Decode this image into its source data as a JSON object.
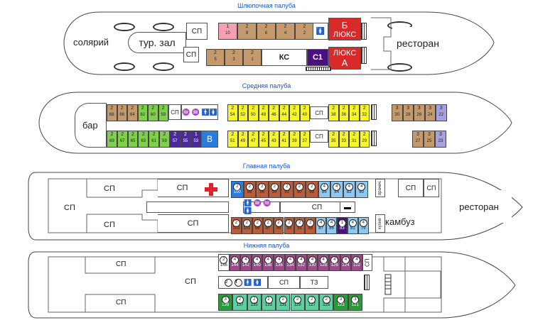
{
  "decks": {
    "boat": {
      "title": "Шлюпочная палуба"
    },
    "middle": {
      "title": "Средняя палуба"
    },
    "main": {
      "title": "Главная палуба"
    },
    "lower": {
      "title": "Нижняя палуба"
    }
  },
  "labels": {
    "solarium": "солярий",
    "tour_hall": "тур. зал",
    "restaurant": "ресторан",
    "lux_b": "Б",
    "lux": "ЛЮКС",
    "lux_a": "А",
    "ks": "КС",
    "c1": "С1",
    "bar": "бар",
    "v": "В",
    "sp": "СП",
    "tz": "ТЗ",
    "galley": "камбуз",
    "laundry": "прачеч.",
    "kitchen": "кухня"
  },
  "colors": {
    "tan": "#c49a6c",
    "pink": "#f4a0b0",
    "lux_red": "#d92a2a",
    "c1_purple": "#4a1080",
    "yellow": "#f5f52a",
    "green": "#7ed04b",
    "purple": "#4a2a9a",
    "blue": "#2a7de0",
    "light_blue": "#8cc8f0",
    "brown_red": "#b85c3a",
    "lower_purple": "#9c4a8c",
    "teal_green": "#5cd0a0",
    "dark_green": "#2a9a3a",
    "lavender": "#a8a0e0"
  },
  "boat_cabins_top": [
    {
      "cap": "1",
      "num": "10",
      "color": "pink"
    },
    {
      "cap": "2",
      "num": "8",
      "color": "tan"
    },
    {
      "cap": "2",
      "num": "6",
      "color": "tan"
    },
    {
      "cap": "2",
      "num": "4",
      "color": "tan"
    },
    {
      "cap": "2",
      "num": "2",
      "color": "tan"
    }
  ],
  "boat_cabins_bottom": [
    {
      "cap": "2",
      "num": "5",
      "color": "tan"
    },
    {
      "cap": "2",
      "num": "3",
      "color": "tan"
    },
    {
      "cap": "2",
      "num": "1",
      "color": "tan"
    }
  ],
  "middle_left_top": [
    {
      "cap": "2",
      "num": "68",
      "color": "tan"
    },
    {
      "cap": "2",
      "num": "66",
      "color": "tan"
    },
    {
      "cap": "2",
      "num": "64",
      "color": "tan"
    },
    {
      "cap": "2",
      "num": "62",
      "color": "green"
    },
    {
      "cap": "2",
      "num": "60",
      "color": "green"
    },
    {
      "cap": "2",
      "num": "58",
      "color": "green"
    }
  ],
  "middle_left_bottom": [
    {
      "cap": "2",
      "num": "69",
      "color": "green"
    },
    {
      "cap": "2",
      "num": "67",
      "color": "green"
    },
    {
      "cap": "2",
      "num": "65",
      "color": "green"
    },
    {
      "cap": "2",
      "num": "63",
      "color": "green"
    },
    {
      "cap": "2",
      "num": "61",
      "color": "green"
    },
    {
      "cap": "2",
      "num": "59",
      "color": "green"
    },
    {
      "cap": "2",
      "num": "57",
      "color": "purple"
    },
    {
      "cap": "2",
      "num": "55",
      "color": "purple"
    },
    {
      "cap": "1",
      "num": "53",
      "color": "purple"
    }
  ],
  "middle_center_top": [
    {
      "cap": "2",
      "num": "54"
    },
    {
      "cap": "2",
      "num": "52"
    },
    {
      "cap": "2",
      "num": "50"
    },
    {
      "cap": "2",
      "num": "48"
    },
    {
      "cap": "2",
      "num": "46"
    },
    {
      "cap": "2",
      "num": "44"
    },
    {
      "cap": "2",
      "num": "42"
    },
    {
      "cap": "2",
      "num": "40"
    }
  ],
  "middle_center_bottom": [
    {
      "cap": "2",
      "num": "51"
    },
    {
      "cap": "2",
      "num": "49"
    },
    {
      "cap": "2",
      "num": "47"
    },
    {
      "cap": "2",
      "num": "45"
    },
    {
      "cap": "2",
      "num": "43"
    },
    {
      "cap": "2",
      "num": "41"
    },
    {
      "cap": "2",
      "num": "39"
    },
    {
      "cap": "2",
      "num": "37"
    }
  ],
  "middle_right_top": [
    {
      "cap": "2",
      "num": "38"
    },
    {
      "cap": "2",
      "num": "36"
    },
    {
      "cap": "2",
      "num": "34"
    },
    {
      "cap": "2",
      "num": "32"
    }
  ],
  "middle_right_bottom": [
    {
      "cap": "2",
      "num": "35"
    },
    {
      "cap": "2",
      "num": "33"
    },
    {
      "cap": "2",
      "num": "31"
    },
    {
      "cap": "2",
      "num": "29"
    }
  ],
  "middle_far_top": [
    {
      "cap": "3",
      "num": "30",
      "color": "tan"
    },
    {
      "cap": "3",
      "num": "28",
      "color": "tan"
    },
    {
      "cap": "3",
      "num": "26",
      "color": "tan"
    },
    {
      "cap": "3",
      "num": "24",
      "color": "tan"
    },
    {
      "cap": "3",
      "num": "22",
      "color": "lavender"
    }
  ],
  "middle_far_bottom": [
    {
      "cap": "3",
      "num": "27",
      "color": "tan"
    },
    {
      "cap": "3",
      "num": "25",
      "color": "tan"
    },
    {
      "cap": "3",
      "num": "23",
      "color": "lavender"
    }
  ],
  "main_top": [
    {
      "cap": "2",
      "num": "100",
      "color": "blue"
    },
    {
      "cap": "2",
      "num": "98",
      "color": "brown_red"
    },
    {
      "cap": "2",
      "num": "96",
      "color": "brown_red"
    },
    {
      "cap": "2",
      "num": "94",
      "color": "brown_red"
    },
    {
      "cap": "2",
      "num": "92",
      "color": "brown_red"
    },
    {
      "cap": "2",
      "num": "90",
      "color": "brown_red"
    },
    {
      "cap": "2",
      "num": "88",
      "color": "brown_red"
    },
    {
      "cap": "4",
      "num": "86",
      "color": "light_blue"
    },
    {
      "cap": "4",
      "num": "84",
      "color": "light_blue"
    },
    {
      "cap": "4",
      "num": "82",
      "color": "light_blue"
    },
    {
      "cap": "4",
      "num": "80",
      "color": "light_blue"
    }
  ],
  "main_bottom": [
    {
      "cap": "2",
      "num": "103",
      "color": "brown_red"
    },
    {
      "cap": "2",
      "num": "101",
      "color": "brown_red"
    },
    {
      "cap": "2",
      "num": "99",
      "color": "brown_red"
    },
    {
      "cap": "2",
      "num": "97",
      "color": "brown_red"
    },
    {
      "cap": "2",
      "num": "95",
      "color": "brown_red"
    },
    {
      "cap": "2",
      "num": "93",
      "color": "brown_red"
    },
    {
      "cap": "2",
      "num": "91",
      "color": "brown_red"
    },
    {
      "cap": "2",
      "num": "89",
      "color": "brown_red"
    },
    {
      "cap": "4",
      "num": "87",
      "color": "light_blue"
    },
    {
      "cap": "4",
      "num": "85",
      "color": "light_blue"
    },
    {
      "cap": "1",
      "num": "83",
      "color": "c1_purple"
    },
    {
      "cap": "4",
      "num": "81",
      "color": "light_blue"
    },
    {
      "cap": "4",
      "num": "79",
      "color": "light_blue"
    }
  ],
  "lower_top": [
    {
      "cap": "2",
      "num": "146",
      "color": "white"
    },
    {
      "cap": "4",
      "num": "144"
    },
    {
      "cap": "4",
      "num": "142"
    },
    {
      "cap": "4",
      "num": "140"
    },
    {
      "cap": "4",
      "num": "138"
    },
    {
      "cap": "4",
      "num": "136"
    },
    {
      "cap": "4",
      "num": "134"
    },
    {
      "cap": "4",
      "num": "132"
    },
    {
      "cap": "4",
      "num": "130"
    },
    {
      "cap": "4",
      "num": "128"
    },
    {
      "cap": "4",
      "num": "126"
    },
    {
      "cap": "4",
      "num": "124"
    },
    {
      "cap": "4",
      "num": "122"
    }
  ],
  "lower_bottom": [
    {
      "cap": "3",
      "num": "139",
      "color": "dark_green"
    },
    {
      "cap": "2",
      "num": "137",
      "color": "teal_green"
    },
    {
      "cap": "2",
      "num": "135",
      "color": "teal_green"
    },
    {
      "cap": "2",
      "num": "133",
      "color": "teal_green"
    },
    {
      "cap": "2",
      "num": "131",
      "color": "teal_green"
    },
    {
      "cap": "2",
      "num": "129",
      "color": "teal_green"
    },
    {
      "cap": "2",
      "num": "127",
      "color": "teal_green"
    },
    {
      "cap": "2",
      "num": "125",
      "color": "teal_green"
    },
    {
      "cap": "3",
      "num": "123",
      "color": "dark_green"
    },
    {
      "cap": "3",
      "num": "121",
      "color": "dark_green"
    }
  ],
  "icons": {
    "wc": "🚹",
    "shower": "♒",
    "iron": "▬",
    "washbasin": "◯"
  }
}
